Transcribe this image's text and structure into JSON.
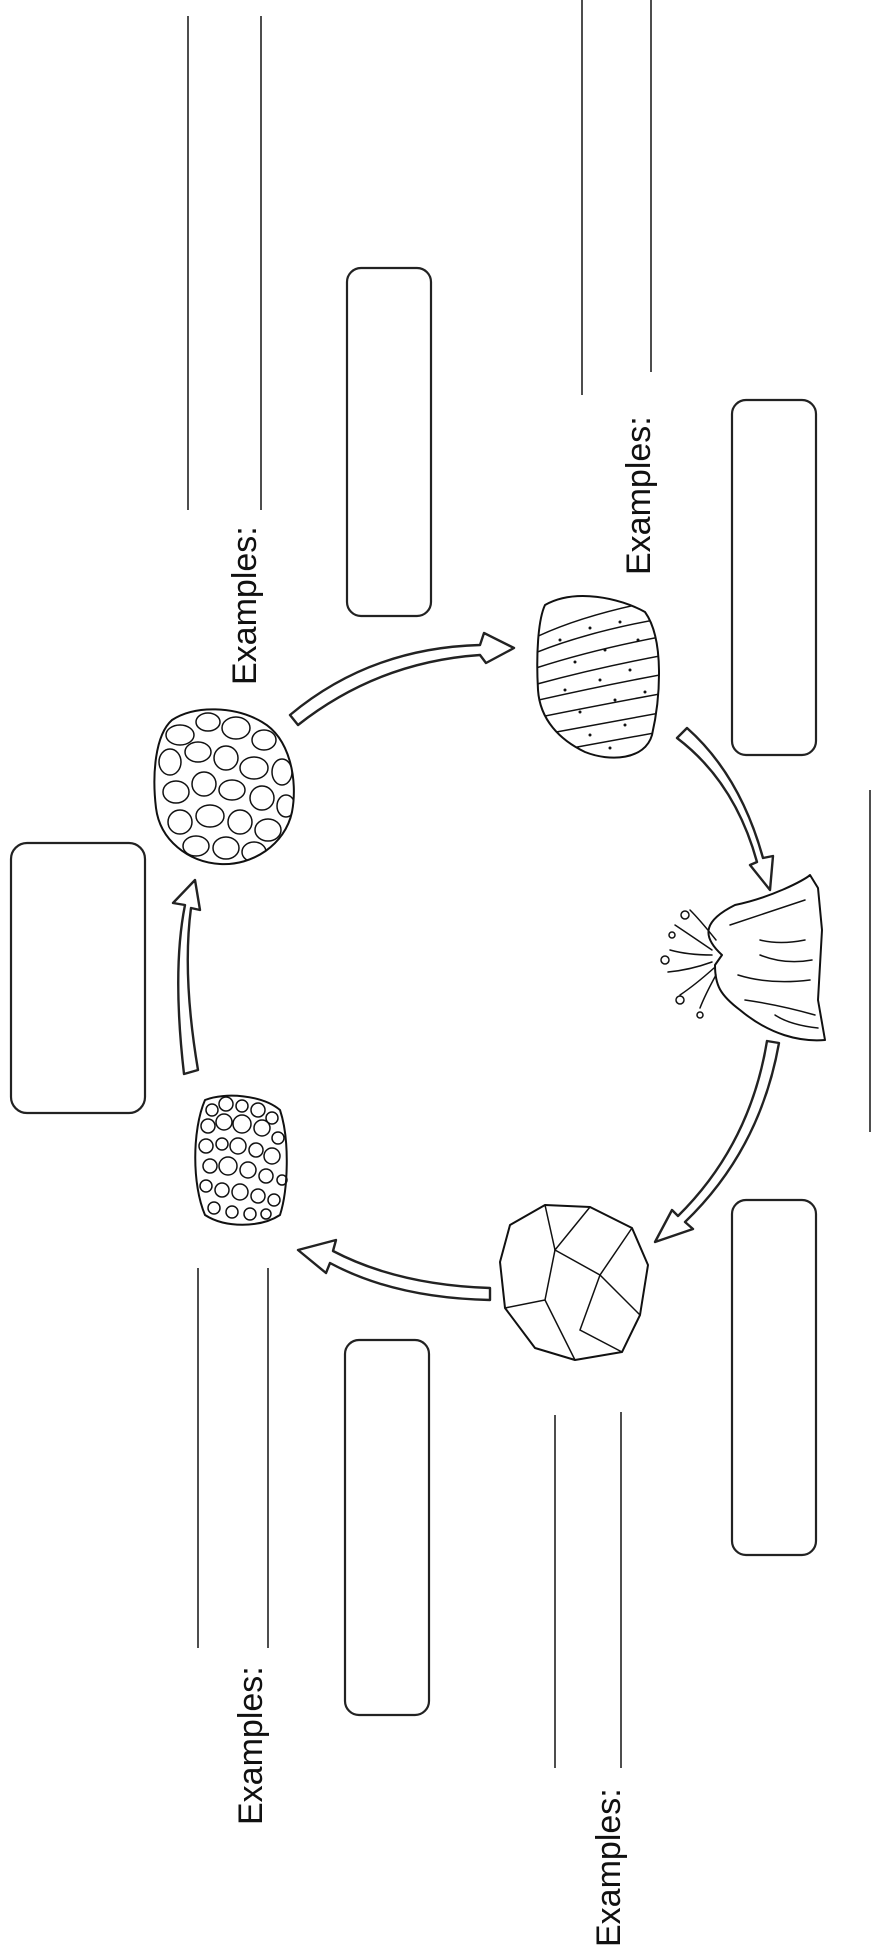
{
  "diagram": {
    "labels": {
      "top_left": "Examples:",
      "top_right": "Examples:",
      "bottom_left": "Examples:",
      "bottom_right": "Examples:"
    },
    "icons": [
      "sedimentary-rock-icon",
      "metamorphic-rock-icon",
      "volcano-icon",
      "igneous-rock-icon",
      "sediment-pebbles-icon"
    ]
  }
}
